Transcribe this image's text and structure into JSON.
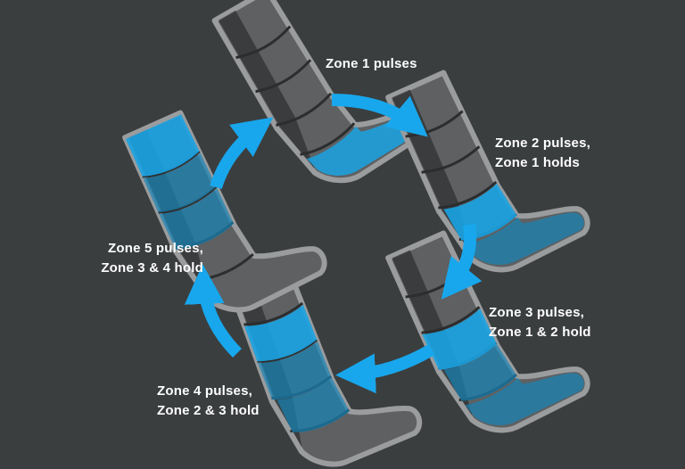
{
  "colors": {
    "background": "#3b3e3f",
    "boot_outline": "#9a9c9d",
    "boot_fill": "#5e6061",
    "boot_shade": "#2b2d2e",
    "active_zone": "#1aa3e3",
    "held_zone": "#1785b8",
    "arrow": "#18a7ec",
    "text": "#ffffff"
  },
  "steps": [
    {
      "id": "step-1",
      "lines": [
        "Zone 1 pulses"
      ]
    },
    {
      "id": "step-2",
      "lines": [
        "Zone 2 pulses,",
        "Zone 1 holds"
      ]
    },
    {
      "id": "step-3",
      "lines": [
        "Zone 3 pulses,",
        "Zone 1 & 2 hold"
      ]
    },
    {
      "id": "step-4",
      "lines": [
        "Zone 4 pulses,",
        "Zone 2 & 3 hold"
      ]
    },
    {
      "id": "step-5",
      "lines": [
        "Zone 5 pulses,",
        "Zone 3 & 4 hold"
      ]
    }
  ],
  "icons": {
    "boot": "compression-boot-icon",
    "arrow": "cycle-arrow-icon"
  }
}
